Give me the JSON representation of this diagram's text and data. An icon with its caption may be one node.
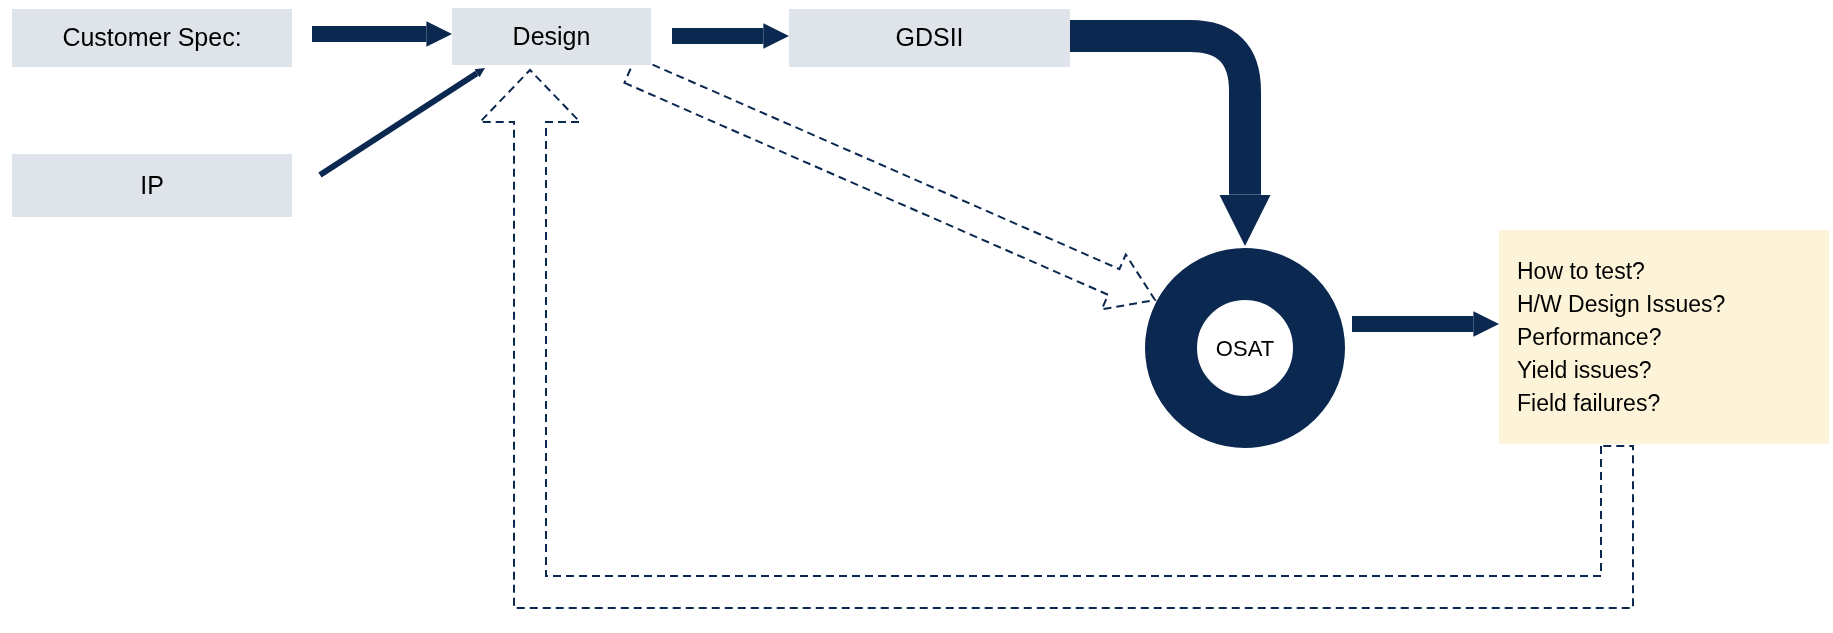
{
  "diagram": {
    "nodes": [
      {
        "text": [
          "Customer Spec:"
        ]
      },
      {
        "text": [
          "Design"
        ]
      },
      {
        "text": [
          "GDSII"
        ]
      },
      {
        "text": [
          "IP"
        ]
      },
      {
        "text": [
          "OSAT"
        ]
      },
      {
        "text": [
          "How to test?",
          "H/W Design Issues?",
          "Performance?",
          "Yield issues?",
          "Field failures?"
        ]
      }
    ],
    "edges": [
      {
        "from": 0,
        "to": 1,
        "arrow": "to"
      },
      {
        "from": 1,
        "to": 2,
        "arrow": "to"
      },
      {
        "from": 3,
        "to": 1,
        "arrow": "to"
      },
      {
        "from": 2,
        "to": 4,
        "arrow": "to",
        "style": "thick"
      },
      {
        "from": 1,
        "to": 4,
        "arrow": "to",
        "style": "dashed"
      },
      {
        "from": 4,
        "to": 5,
        "arrow": "to"
      },
      {
        "from": 5,
        "to": 1,
        "arrow": "to",
        "style": "dashed"
      }
    ]
  }
}
